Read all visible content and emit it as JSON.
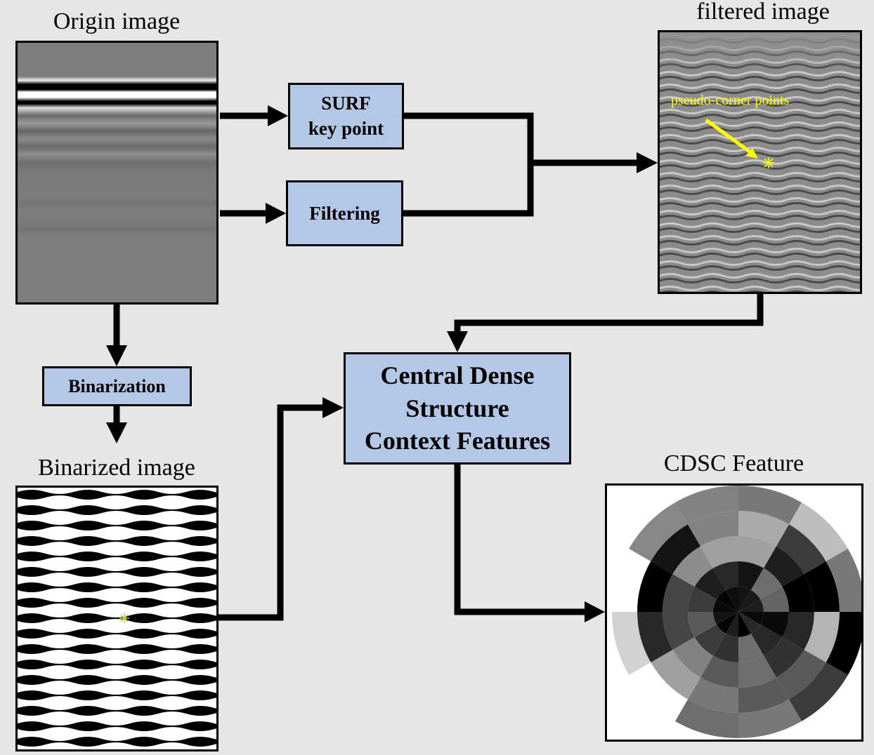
{
  "captions": {
    "origin_image": "Origin image",
    "filtered_image": "filtered image",
    "binarized_image": "Binarized image",
    "cdsc_feature": "CDSC Feature"
  },
  "process_boxes": {
    "surf": [
      "SURF",
      "key point"
    ],
    "filtering": [
      "Filtering"
    ],
    "binarization": [
      "Binarization"
    ],
    "cdsc": [
      "Central Dense",
      "Structure",
      "Context Features"
    ]
  },
  "annotations": {
    "pseudo_corner_label": "pseudo-corner points",
    "annotation_color": "#ffff00"
  },
  "colors": {
    "background": "#e6e6e6",
    "box_fill": "#b4c7e7",
    "stroke": "#000000"
  },
  "flow": [
    {
      "from": "Origin image",
      "to": "SURF key point"
    },
    {
      "from": "Origin image",
      "to": "Filtering"
    },
    {
      "from": "SURF key point",
      "to": "filtered image"
    },
    {
      "from": "Filtering",
      "to": "filtered image"
    },
    {
      "from": "Origin image",
      "to": "Binarization"
    },
    {
      "from": "Binarization",
      "to": "Binarized image"
    },
    {
      "from": "filtered image",
      "to": "Central Dense Structure Context Features"
    },
    {
      "from": "Binarized image",
      "to": "Central Dense Structure Context Features"
    },
    {
      "from": "Central Dense Structure Context Features",
      "to": "CDSC Feature"
    }
  ],
  "cdsc_polar": {
    "sectors": 12,
    "rings": 5,
    "gray_levels": [
      [
        20,
        25,
        30,
        10,
        40,
        0,
        30,
        5,
        20,
        10,
        5,
        15
      ],
      [
        20,
        110,
        100,
        10,
        40,
        110,
        50,
        60,
        90,
        60,
        30,
        40
      ],
      [
        160,
        30,
        0,
        40,
        50,
        110,
        90,
        130,
        70,
        70,
        140,
        160
      ],
      [
        170,
        60,
        0,
        180,
        90,
        90,
        120,
        160,
        40,
        0,
        20,
        130
      ],
      [
        120,
        190,
        120,
        0,
        60,
        120,
        110,
        250,
        210,
        250,
        135,
        130
      ]
    ]
  }
}
